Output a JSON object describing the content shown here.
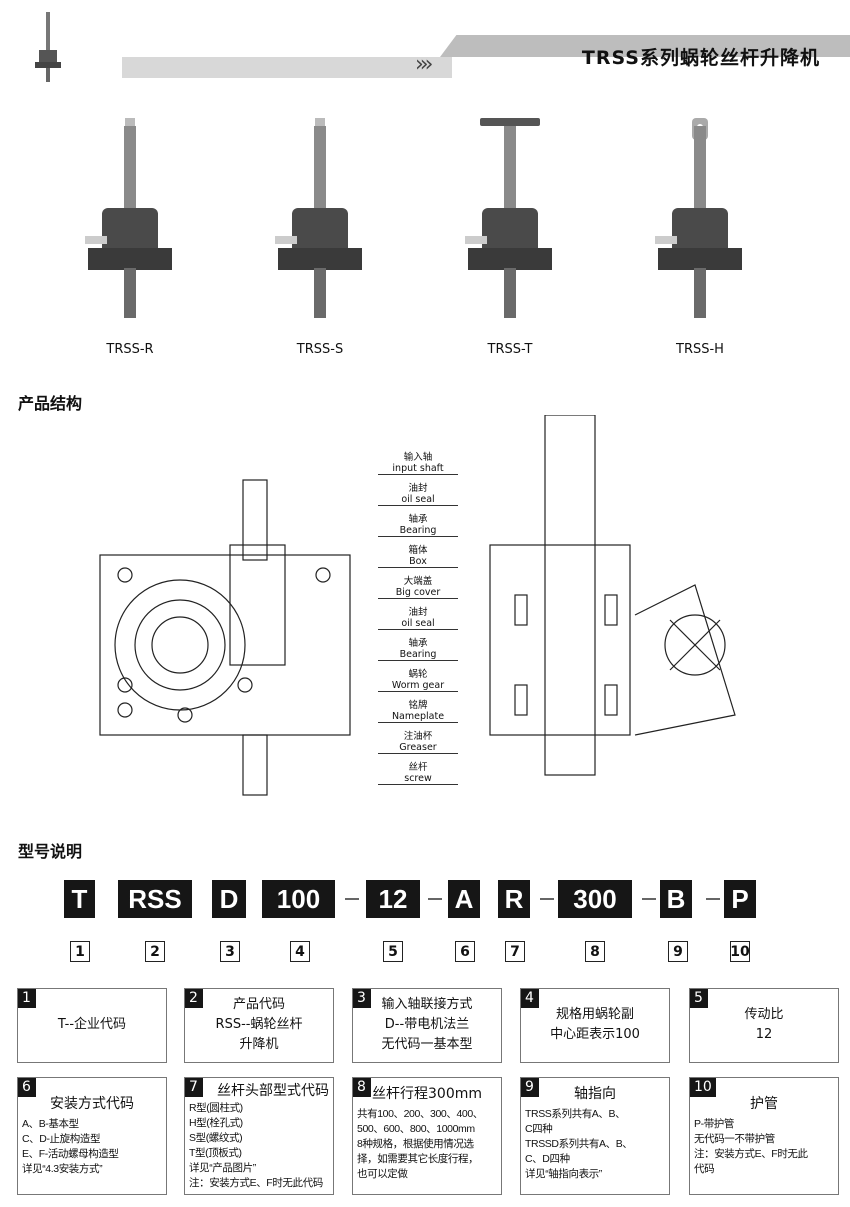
{
  "header": {
    "title": "TRSS系列蜗轮丝杆升降机",
    "chevrons": "›››"
  },
  "products": [
    {
      "label": "TRSS-R",
      "head": "R"
    },
    {
      "label": "TRSS-S",
      "head": "S"
    },
    {
      "label": "TRSS-T",
      "head": "T"
    },
    {
      "label": "TRSS-H",
      "head": "H"
    }
  ],
  "structure": {
    "title": "产品结构",
    "labels": [
      {
        "cn": "输入轴",
        "en": "input shaft"
      },
      {
        "cn": "油封",
        "en": "oil seal"
      },
      {
        "cn": "轴承",
        "en": "Bearing"
      },
      {
        "cn": "箱体",
        "en": "Box"
      },
      {
        "cn": "大端盖",
        "en": "Big cover"
      },
      {
        "cn": "油封",
        "en": "oil seal"
      },
      {
        "cn": "轴承",
        "en": "Bearing"
      },
      {
        "cn": "蜗轮",
        "en": "Worm gear"
      },
      {
        "cn": "铭牌",
        "en": "Nameplate"
      },
      {
        "cn": "注油杯",
        "en": "Greaser"
      },
      {
        "cn": "丝杆",
        "en": "screw"
      }
    ]
  },
  "model": {
    "title": "型号说明",
    "codes": [
      "T",
      "RSS",
      "D",
      "100",
      "12",
      "A",
      "R",
      "300",
      "B",
      "P"
    ],
    "numbers": [
      "1",
      "2",
      "3",
      "4",
      "5",
      "6",
      "7",
      "8",
      "9",
      "10"
    ]
  },
  "descriptions": [
    {
      "n": "1",
      "title": "T--企业代码",
      "lines": []
    },
    {
      "n": "2",
      "title": "产品代码\nRSS--蜗轮丝杆\n升降机",
      "lines": []
    },
    {
      "n": "3",
      "title": "输入轴联接方式\nD--带电机法兰\n无代码一基本型",
      "lines": []
    },
    {
      "n": "4",
      "title": "规格用蜗轮副\n中心距表示100",
      "lines": []
    },
    {
      "n": "5",
      "title": "传动比\n12",
      "lines": []
    },
    {
      "n": "6",
      "title": "安装方式代码",
      "lines": [
        "A、B-基本型",
        "C、D-止旋构造型",
        "E、F-活动螺母构造型",
        "详见“4.3安装方式”"
      ]
    },
    {
      "n": "7",
      "title": "丝杆头部型式代码",
      "lines": [
        "R型(圆柱式)",
        "H型(栓孔式)",
        "S型(螺纹式)",
        "T型(顶板式)",
        "详见“产品图片”",
        "注：安装方式E、F时无此代码"
      ]
    },
    {
      "n": "8",
      "title": "丝杆行程300mm",
      "lines": [
        "共有100、200、300、400、",
        "500、600、800、1000mm",
        "8种规格，根据使用情况选",
        "择，如需要其它长度行程，",
        "也可以定做"
      ]
    },
    {
      "n": "9",
      "title": "轴指向",
      "lines": [
        "TRSS系列共有A、B、",
        "C四种",
        "TRSSD系列共有A、B、",
        "C、D四种",
        "详见“轴指向表示”"
      ]
    },
    {
      "n": "10",
      "title": "护管",
      "lines": [
        "P-带护管",
        "无代码一不带护管",
        "注：安装方式E、F时无此",
        "代码"
      ]
    }
  ]
}
